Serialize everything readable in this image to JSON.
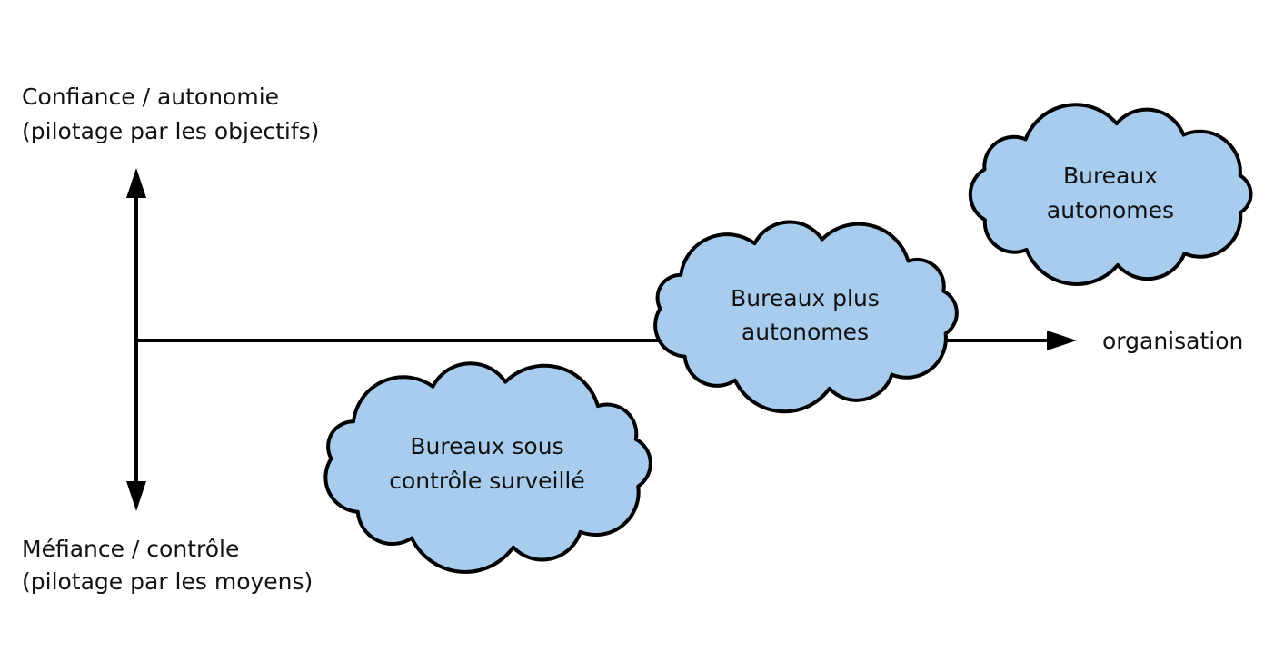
{
  "axes": {
    "y_top_line1": "Confiance / autonomie",
    "y_top_line2": "(pilotage par les objectifs)",
    "y_bottom_line1": "Méfiance / contrôle",
    "y_bottom_line2": "(pilotage par les moyens)",
    "x_label": "organisation"
  },
  "clouds": [
    {
      "line1": "Bureaux sous",
      "line2": "contrôle surveillé"
    },
    {
      "line1": "Bureaux plus",
      "line2": "autonomes"
    },
    {
      "line1": "Bureaux",
      "line2": "autonomes"
    }
  ],
  "colors": {
    "cloud_fill": "#a7ccee",
    "stroke": "#000000"
  }
}
